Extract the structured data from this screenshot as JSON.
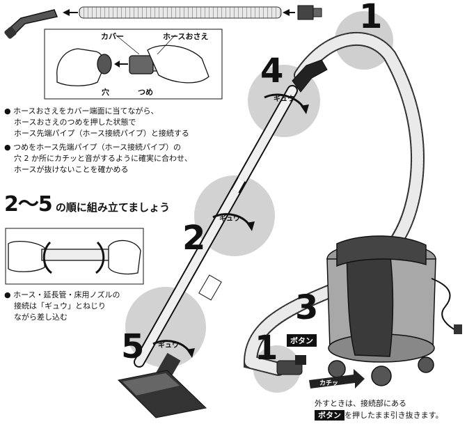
{
  "callout": {
    "cover_label": "カバー",
    "hose_holder_label": "ホースおさえ",
    "hole_label": "穴",
    "claw_label": "つめ"
  },
  "instructions": {
    "line1": "● ホースおさえをカバー端面に当てながら、",
    "line2": "ホースおさえのつめを押した状態で",
    "line3": "ホース先端パイプ（ホース接続パイプ）と接続する",
    "line4": "● つめをホース先端パイプ（ホース接続パイプ）の",
    "line5": "穴 2 か所にカチッと音がするように確実に合わせ、",
    "line6": "ホースが抜けないことを確かめる"
  },
  "heading": {
    "number_part": "2〜5",
    "rest": "の順に組み立てましょう"
  },
  "twist_note": {
    "line1": "● ホース・延長管・床用ノズルの",
    "line2": "接続は「ギュウ」とねじり",
    "line3": "ながら差し込む"
  },
  "steps": {
    "s1_top": "1",
    "s4": "4",
    "s2": "2",
    "s3": "3",
    "s5": "5",
    "s1_bottom": "1"
  },
  "sfx": {
    "gyuu_4": "ギュウ",
    "gyuu_2": "ギュウ",
    "gyuu_5": "ギュウ",
    "kachi": "カチッ"
  },
  "button_tag": "ボタン",
  "removal_note": {
    "line1": "外すときは、接続部にある",
    "button_word": "ボタン",
    "line2_rest": "を押したまま引き抜きます。"
  }
}
